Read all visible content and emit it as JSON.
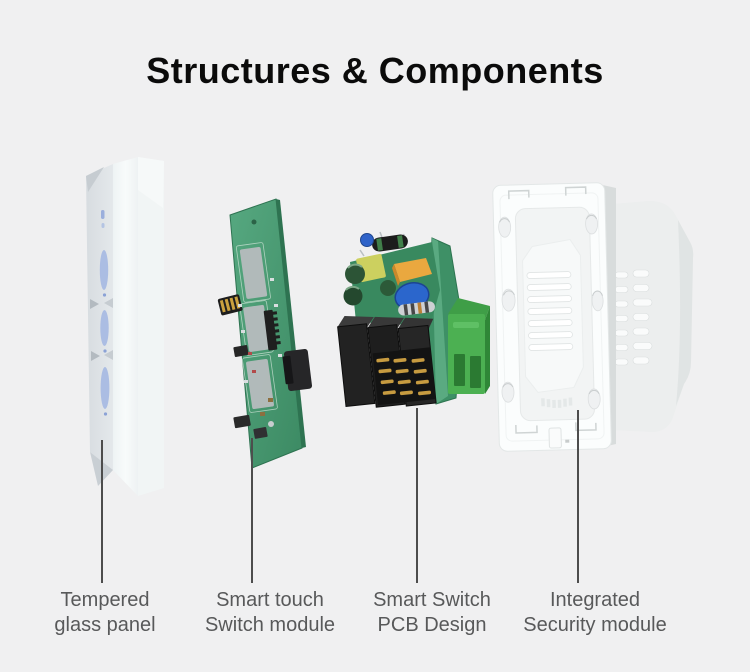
{
  "page": {
    "title": "Structures & Components",
    "background_color": "#f0f0f1",
    "title_color": "#0b0b0b",
    "label_color": "#58595a",
    "leader_line_color": "#4d4d4d"
  },
  "components": [
    {
      "id": "tempered-glass-panel",
      "image": "glass-panel-side-view",
      "label_line1": "Tempered",
      "label_line2": "glass panel",
      "accent_colors": {
        "glass_white": "#f4f8f8",
        "touch_indicator_blue": "#a5b8e2"
      }
    },
    {
      "id": "smart-touch-switch-module",
      "image": "green-touch-pcb-board",
      "label_line1": "Smart touch",
      "label_line2": "Switch module",
      "accent_colors": {
        "pcb_green": "#4a9c76",
        "pad_gray": "#b7bcbe"
      }
    },
    {
      "id": "smart-switch-pcb-design",
      "image": "power-pcb-assembly-with-relays",
      "label_line1": "Smart Switch",
      "label_line2": "PCB Design",
      "accent_colors": {
        "relay_black": "#222222",
        "terminal_green": "#4cb052",
        "pin_gold": "#c79b40",
        "capacitor_blue": "#2b66cc",
        "component_orange": "#eaa83f"
      }
    },
    {
      "id": "integrated-security-module",
      "image": "white-mounting-frame-module",
      "label_line1": "Integrated",
      "label_line2": "Security module",
      "accent_colors": {
        "housing_white": "#fbfdfd",
        "housing_shadow": "#d8dcdc"
      }
    }
  ]
}
